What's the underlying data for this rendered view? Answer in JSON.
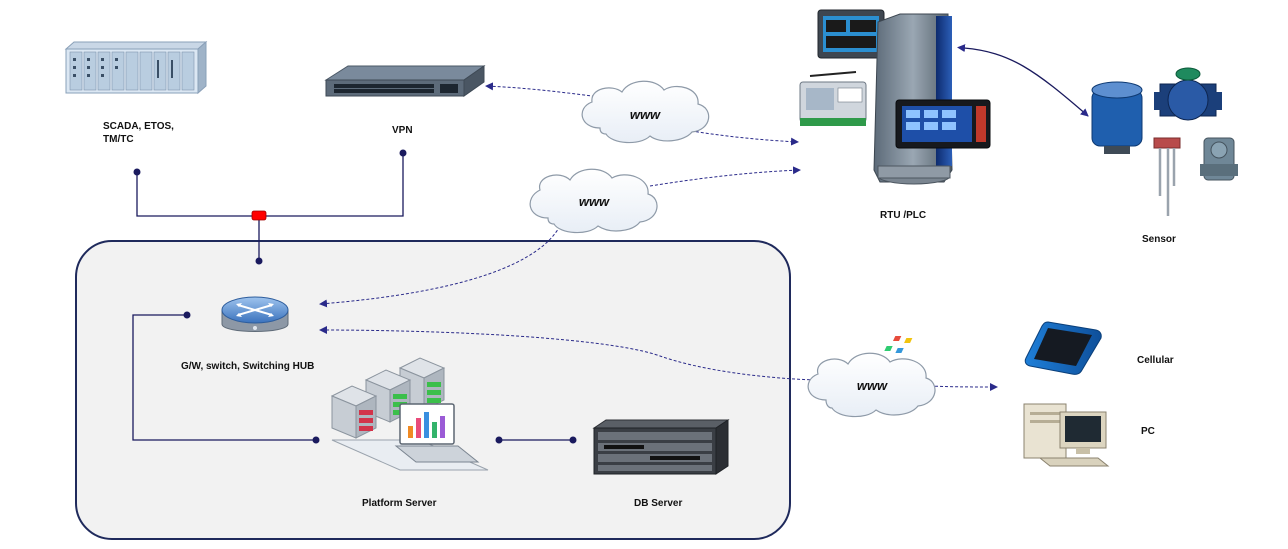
{
  "diagram": {
    "nodes": {
      "scada": {
        "label_line1": "SCADA, ETOS,",
        "label_line2": "TM/TC",
        "icon": "scada-rack-icon"
      },
      "vpn": {
        "label": "VPN",
        "icon": "network-switch-icon"
      },
      "rtu": {
        "label": "RTU /PLC",
        "icon": "rtu-plc-cabinet-icon"
      },
      "sensor": {
        "label": "Sensor",
        "icon": "sensor-devices-icon"
      },
      "gateway": {
        "label": "G/W, switch, Switching HUB",
        "icon": "router-icon"
      },
      "platform": {
        "label": "Platform Server",
        "icon": "server-stack-icon"
      },
      "db": {
        "label": "DB Server",
        "icon": "db-chassis-icon"
      },
      "cellular": {
        "label": "Cellular",
        "icon": "smartphone-icon"
      },
      "pc": {
        "label": "PC",
        "icon": "desktop-pc-icon"
      }
    },
    "clouds": [
      {
        "id": "cloud-top",
        "label": "www"
      },
      {
        "id": "cloud-mid",
        "label": "www"
      },
      {
        "id": "cloud-bottom",
        "label": "www"
      }
    ],
    "colors": {
      "line": "#1a1a5e",
      "dashed": "#2a2a8a",
      "junction": "#ff0000",
      "platform_fill": "#f2f2f2",
      "platform_border": "#1f2a5c"
    }
  }
}
